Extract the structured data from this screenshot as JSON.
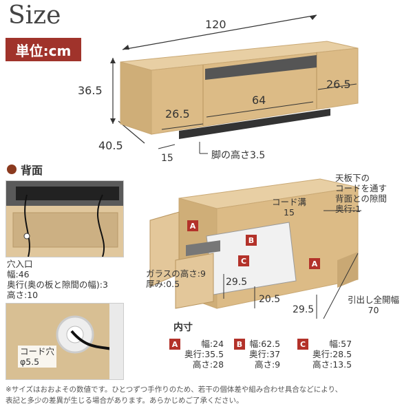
{
  "header": {
    "title": "Size",
    "unit_label": "単位:cm"
  },
  "top_dims": {
    "width": "120",
    "height": "36.5",
    "depth": "40.5",
    "side_door": "26.5",
    "left_door": "26.5",
    "center_drawer": "64",
    "leg_offset": "15",
    "leg_height": "脚の高さ3.5"
  },
  "back_section": {
    "heading": "背面",
    "hole_lines": [
      "穴入口",
      "幅:46",
      "奥行(奥の板と隙間の幅):3",
      "高さ:10"
    ],
    "cord_hole_lines": [
      "コード穴",
      "φ5.5"
    ]
  },
  "cabinet": {
    "cord_groove_lines": [
      "コード溝",
      "15"
    ],
    "gap_lines": [
      "天板下の",
      "コードを通す",
      "背面との隙間",
      "奥行:1"
    ],
    "glass_lines": [
      "ガラスの高さ:9",
      "厚み:0.5"
    ],
    "dim_295a": "29.5",
    "dim_205": "20.5",
    "dim_295b": "29.5",
    "pull_lines": [
      "引出し全開幅",
      "70"
    ],
    "markers": {
      "a": "A",
      "b": "B",
      "c": "C"
    }
  },
  "inner": {
    "heading": "内寸",
    "columns": [
      {
        "badge": "A",
        "rows": [
          "幅:24",
          "奥行:35.5",
          "高さ:28"
        ]
      },
      {
        "badge": "B",
        "rows": [
          "幅:62.5",
          "奥行:37",
          "高さ:9"
        ]
      },
      {
        "badge": "C",
        "rows": [
          "幅:57",
          "奥行:28.5",
          "高さ:13.5"
        ]
      }
    ]
  },
  "footnote": [
    "※サイズはおおよその数値です。ひとつずつ手作りのため、若干の個体差や組み合わせ具合などにより、",
    "表記と多少の差異が生じる場合があります。あらかじめご了承ください。"
  ],
  "colors": {
    "wood": "#e3c79a",
    "wood_dark": "#c9a874",
    "accent": "#a0332b"
  }
}
